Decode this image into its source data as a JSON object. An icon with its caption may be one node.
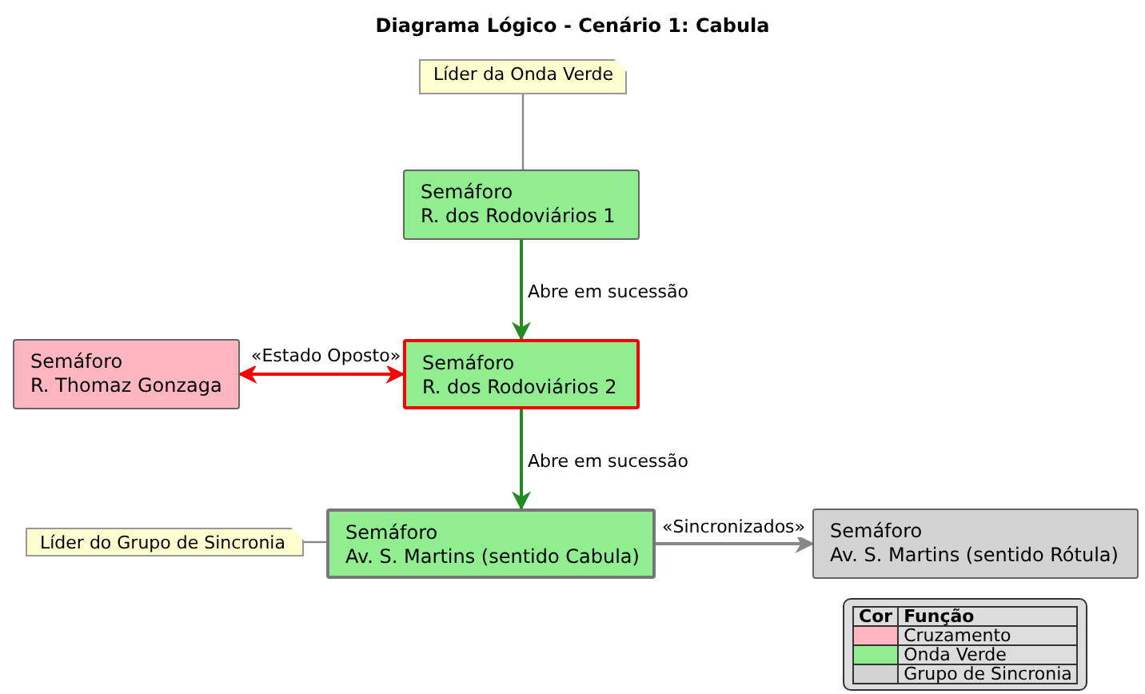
{
  "diagram": {
    "title": "Diagrama Lógico - Cenário 1: Cabula",
    "nodes": [
      {
        "text": [
          "Líder da Onda Verde"
        ]
      },
      {
        "text": [
          "Semáforo",
          "R. dos Rodoviários 1"
        ]
      },
      {
        "text": [
          "Semáforo",
          "R. Thomaz Gonzaga"
        ]
      },
      {
        "text": [
          "Semáforo",
          "R. dos Rodoviários 2"
        ]
      },
      {
        "text": [
          "Líder do Grupo de Sincronia"
        ]
      },
      {
        "text": [
          "Semáforo",
          "Av. S. Martins (sentido Cabula)"
        ]
      },
      {
        "text": [
          "Semáforo",
          "Av. S. Martins (sentido Rótula)"
        ]
      }
    ],
    "edges": [
      {
        "from": 0,
        "to": 1,
        "arrow": "none"
      },
      {
        "from": 1,
        "to": 3,
        "arrow": "to",
        "label": "Abre em sucessão",
        "color": "#228b22"
      },
      {
        "from": 3,
        "to": 2,
        "arrow": "both",
        "label": "«Estado Oposto»",
        "color": "#ff0000"
      },
      {
        "from": 3,
        "to": 5,
        "arrow": "to",
        "label": "Abre em sucessão",
        "color": "#228b22"
      },
      {
        "from": 4,
        "to": 5,
        "arrow": "none"
      },
      {
        "from": 5,
        "to": 6,
        "arrow": "to",
        "label": "«Sincronizados»"
      }
    ],
    "labels": [
      "Cor",
      "Função"
    ],
    "legend": [
      {
        "text": "Cruzamento",
        "color": "#ffb6c1"
      },
      {
        "text": "Onda Verde",
        "color": "#90ee90"
      },
      {
        "text": "Grupo de Sincronia",
        "color": "#d3d3d3"
      }
    ]
  }
}
